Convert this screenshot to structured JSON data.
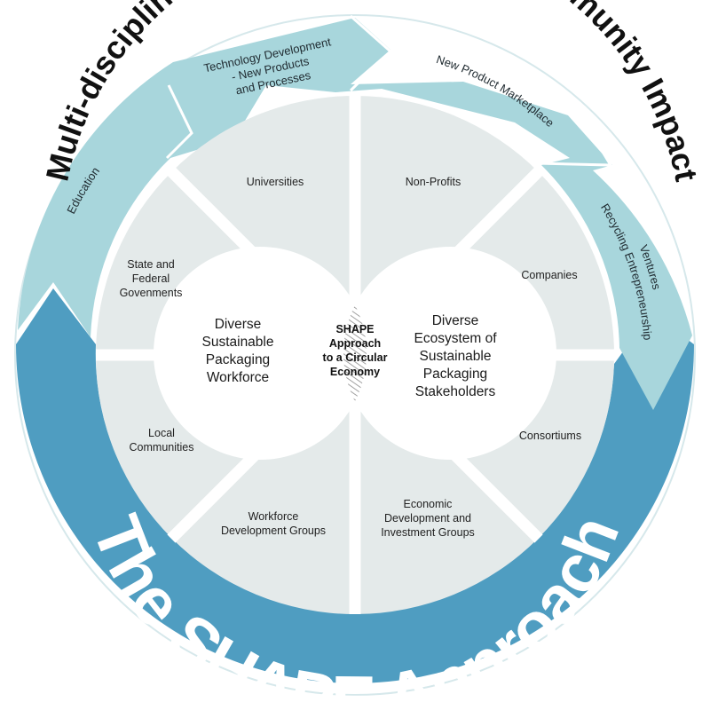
{
  "top_title": "Multi-disciplinary Collaborations and Community Impact",
  "bottom_title": "The SHAPE Approach",
  "arrows": {
    "education": "Education",
    "technology": [
      "Technology Development",
      "- New Products",
      "and Processes"
    ],
    "marketplace": "New Product Marketplace",
    "recycling": [
      "Recycling Entrepreneurship",
      "Ventures"
    ]
  },
  "segments": {
    "universities": [
      "Universities"
    ],
    "non_profits": [
      "Non-Profits"
    ],
    "companies": [
      "Companies"
    ],
    "consortiums": [
      "Consortiums"
    ],
    "economic": [
      "Economic",
      "Development and",
      "Investment Groups"
    ],
    "workforce_groups": [
      "Workforce",
      "Development Groups"
    ],
    "local_communities": [
      "Local",
      "Communities"
    ],
    "governments": [
      "State and",
      "Federal",
      "Govenments"
    ]
  },
  "circles": {
    "left": [
      "Diverse",
      "Sustainable",
      "Packaging",
      "Workforce"
    ],
    "right": [
      "Diverse",
      "Ecosystem of",
      "Sustainable",
      "Packaging",
      "Stakeholders"
    ],
    "center": [
      "SHAPE",
      "Approach",
      "to a Circular",
      "Economy"
    ]
  },
  "colors": {
    "light_teal": "#a8d6dc",
    "dark_blue": "#4e9cc0",
    "segment_fill": "#e4eaea",
    "center_hatch": "#888888"
  }
}
